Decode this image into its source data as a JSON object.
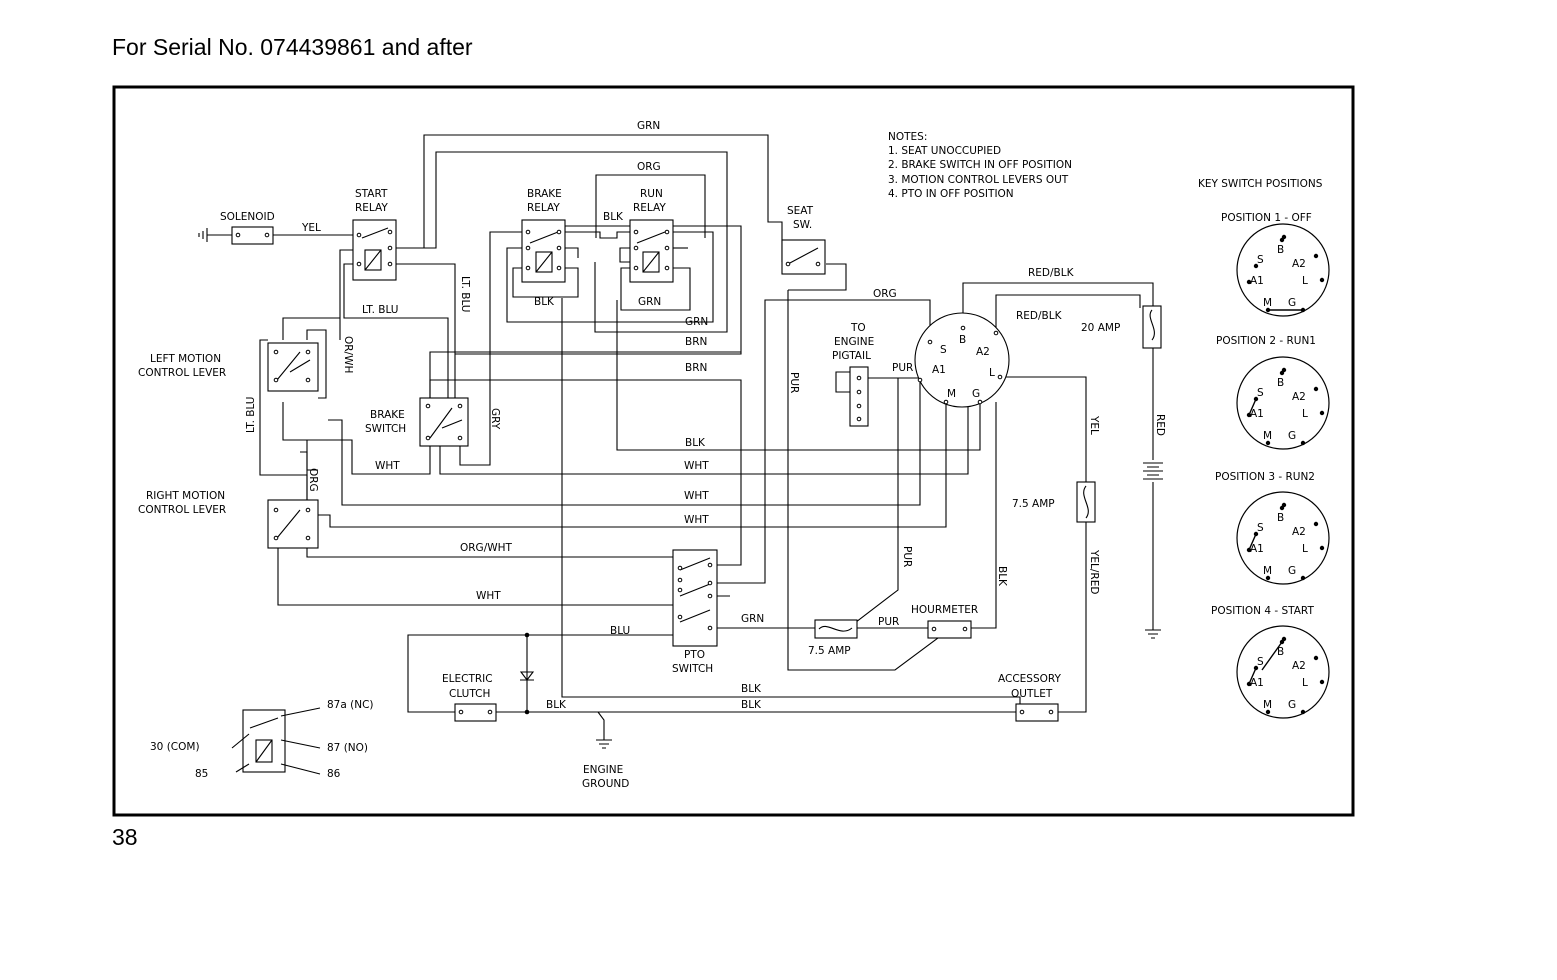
{
  "header": {
    "title": "For Serial No. 074439861 and after"
  },
  "footer": {
    "page_number": "38"
  },
  "notes": {
    "heading": "NOTES:",
    "items": [
      "1.  SEAT UNOCCUPIED",
      "2. BRAKE SWITCH IN OFF POSITION",
      "3. MOTION CONTROL LEVERS OUT",
      "4. PTO IN OFF POSITION"
    ]
  },
  "components": {
    "solenoid": "SOLENOID",
    "start_relay": [
      "START",
      "RELAY"
    ],
    "brake_relay": [
      "BRAKE",
      "RELAY"
    ],
    "run_relay": [
      "RUN",
      "RELAY"
    ],
    "seat_switch": [
      "SEAT",
      "SW."
    ],
    "left_lever": [
      "LEFT MOTION",
      "CONTROL LEVER"
    ],
    "right_lever": [
      "RIGHT MOTION",
      "CONTROL LEVER"
    ],
    "brake_switch": [
      "BRAKE",
      "SWITCH"
    ],
    "engine_pigtail": [
      "TO",
      "ENGINE",
      "PIGTAIL"
    ],
    "pto_switch": [
      "PTO",
      "SWITCH"
    ],
    "hourmeter": "HOURMETER",
    "electric_clutch": [
      "ELECTRIC",
      "CLUTCH"
    ],
    "accessory_outlet": [
      "ACCESSORY",
      "OUTLET"
    ],
    "engine_ground": [
      "ENGINE",
      "GROUND"
    ],
    "fuse_20": "20 AMP",
    "fuse_75_top": "7.5 AMP",
    "fuse_75_bottom": "7.5 AMP"
  },
  "ignition_terminals": {
    "s": "S",
    "b": "B",
    "a2": "A2",
    "a1": "A1",
    "l": "L",
    "m": "M",
    "g": "G"
  },
  "relay_legend": {
    "t87a": "87a (NC)",
    "t30": "30 (COM)",
    "t87": "87 (NO)",
    "t85": "85",
    "t86": "86"
  },
  "wires": {
    "grn": "GRN",
    "org": "ORG",
    "yel": "YEL",
    "blk": "BLK",
    "lt_blu": "LT. BLU",
    "lt_blu_v": "LT. BLU",
    "or_wh": "OR/WH",
    "gry": "GRY",
    "wht": "WHT",
    "brn": "BRN",
    "org_wht": "ORG/WHT",
    "blu": "BLU",
    "pur": "PUR",
    "red_blk": "RED/BLK",
    "red": "RED",
    "yel_red": "YEL/RED"
  },
  "key_positions": {
    "title": "KEY SWITCH POSITIONS",
    "positions": [
      {
        "label": "POSITION 1 - OFF"
      },
      {
        "label": "POSITION 2 - RUN1"
      },
      {
        "label": "POSITION 3 - RUN2"
      },
      {
        "label": "POSITION 4 - START"
      }
    ]
  }
}
